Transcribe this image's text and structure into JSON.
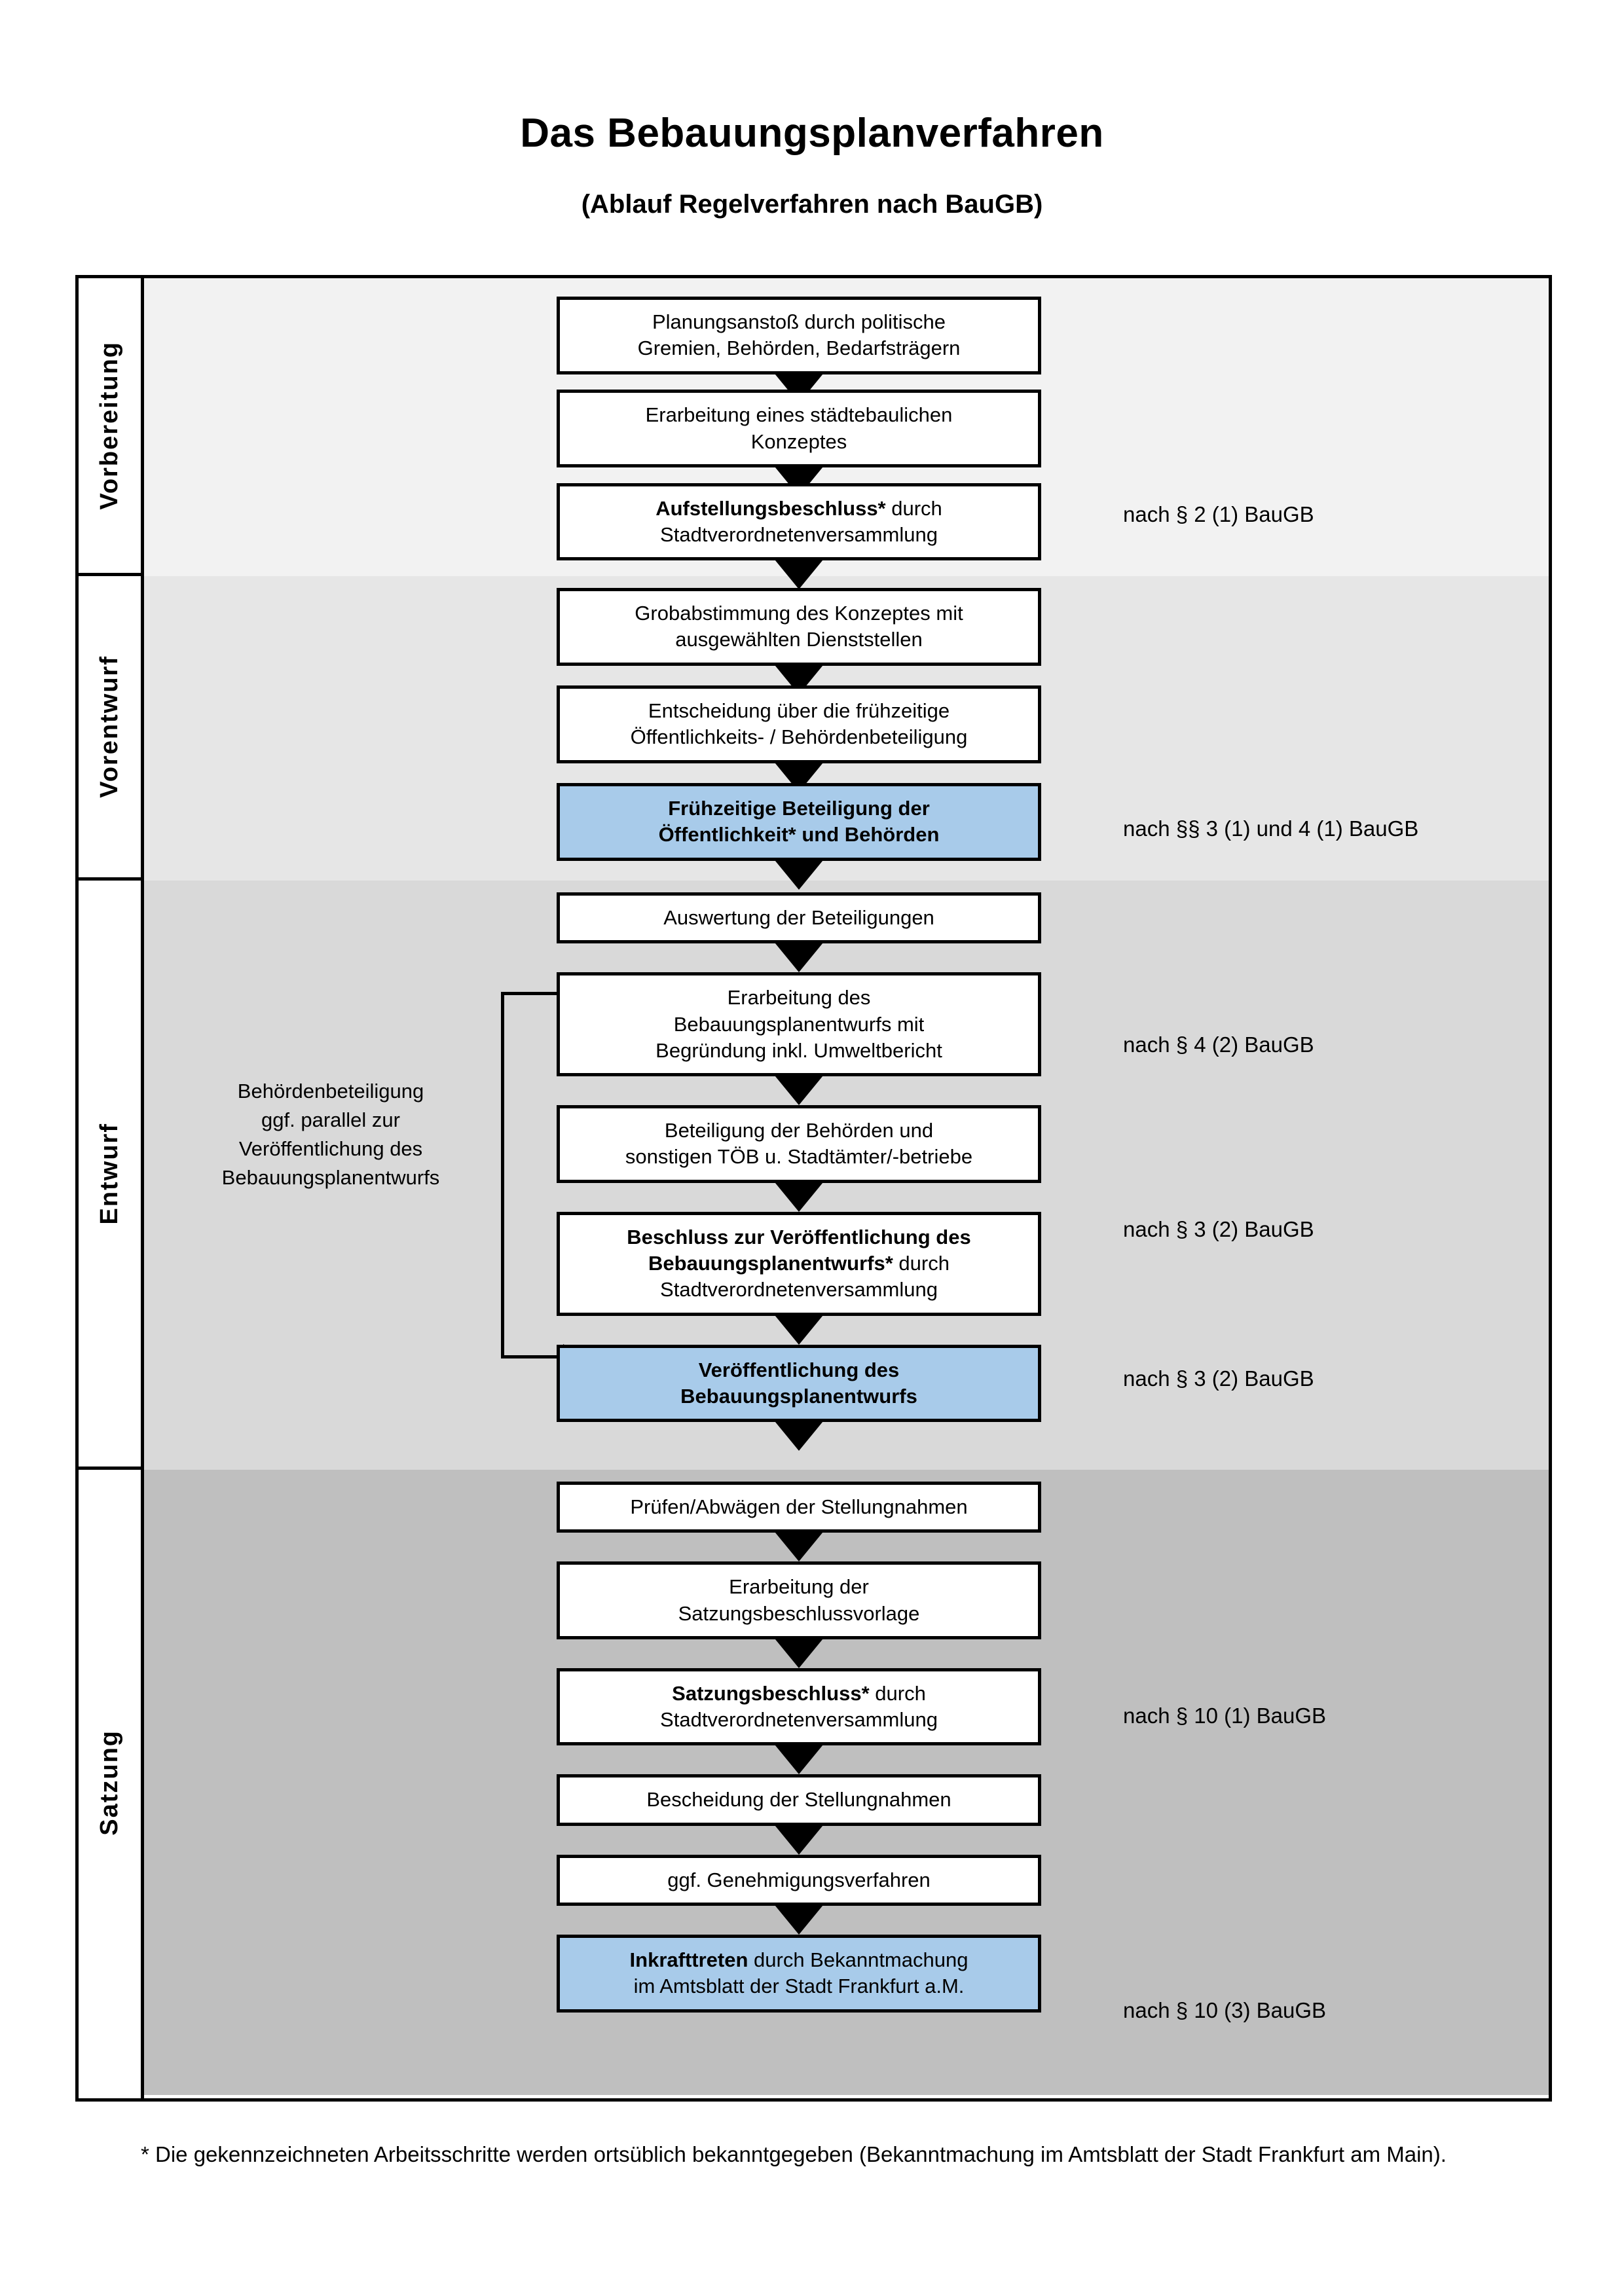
{
  "header": {
    "title": "Das Bebauungsplanverfahren",
    "subtitle": "(Ablauf Regelverfahren nach BauGB)"
  },
  "phases": [
    {
      "id": "vorbereitung",
      "label": "Vorbereitung"
    },
    {
      "id": "vorentwurf",
      "label": "Vorentwurf"
    },
    {
      "id": "entwurf",
      "label": "Entwurf"
    },
    {
      "id": "satzung",
      "label": "Satzung"
    }
  ],
  "steps": {
    "s1_l1": "Planungsanstoß durch politische",
    "s1_l2": "Gremien, Behörden, Bedarfsträgern",
    "s2_l1": "Erarbeitung eines städtebaulichen",
    "s2_l2": "Konzeptes",
    "s3_bold": "Aufstellungsbeschluss*",
    "s3_rest": " durch",
    "s3_l2": "Stadtverordnetenversammlung",
    "s4_l1": "Grobabstimmung des Konzeptes mit",
    "s4_l2": "ausgewählten Dienststellen",
    "s5_l1": "Entscheidung über die frühzeitige",
    "s5_l2": "Öffentlichkeits- / Behördenbeteiligung",
    "s6_l1": "Frühzeitige Beteiligung der",
    "s6_l2": "Öffentlichkeit* und Behörden",
    "s7_l1": "Auswertung der Beteiligungen",
    "s8_l1": "Erarbeitung des",
    "s8_l2": "Bebauungsplanentwurfs mit",
    "s8_l3": "Begründung inkl. Umweltbericht",
    "s9_l1": "Beteiligung der Behörden und",
    "s9_l2": "sonstigen TÖB u. Stadtämter/-betriebe",
    "s10_l1_bold": "Beschluss zur Veröffentlichung des",
    "s10_l2_bold": "Bebauungsplanentwurfs*",
    "s10_l2_rest": " durch",
    "s10_l3": "Stadtverordnetenversammlung",
    "s11_l1": "Veröffentlichung des",
    "s11_l2": "Bebauungsplanentwurfs",
    "s12_l1": "Prüfen/Abwägen der Stellungnahmen",
    "s13_l1": "Erarbeitung der",
    "s13_l2": "Satzungsbeschlussvorlage",
    "s14_bold": "Satzungsbeschluss*",
    "s14_rest": " durch",
    "s14_l2": "Stadtverordnetenversammlung",
    "s15_l1": "Bescheidung der Stellungnahmen",
    "s16_l1": "ggf. Genehmigungsverfahren",
    "s17_bold": "Inkrafttreten",
    "s17_rest": " durch Bekanntmachung",
    "s17_l2": "im Amtsblatt der Stadt Frankfurt a.M."
  },
  "side_note": {
    "l1": "Behördenbeteiligung",
    "l2": "ggf. parallel zur",
    "l3": "Veröffentlichung des",
    "l4": "Bebauungsplanentwurfs"
  },
  "refs": {
    "r1": "nach § 2 (1) BauGB",
    "r2": "nach §§ 3 (1) und 4 (1) BauGB",
    "r3": "nach § 4 (2) BauGB",
    "r4": "nach § 3 (2) BauGB",
    "r5": "nach § 3 (2) BauGB",
    "r6": "nach § 10 (1) BauGB",
    "r7": "nach § 10 (3) BauGB"
  },
  "footnote": {
    "text": "* Die gekennzeichneten Arbeitsschritte werden ortsüblich bekanntgegeben (Bekanntmachung im Amtsblatt  der Stadt Frankfurt am Main)."
  },
  "colors": {
    "highlight_blue": "#a8cbea",
    "band_vorbereitung": "#f2f2f2",
    "band_vorentwurf": "#e6e6e6",
    "band_entwurf": "#d9d9d9",
    "band_satzung": "#bfbfbf"
  }
}
